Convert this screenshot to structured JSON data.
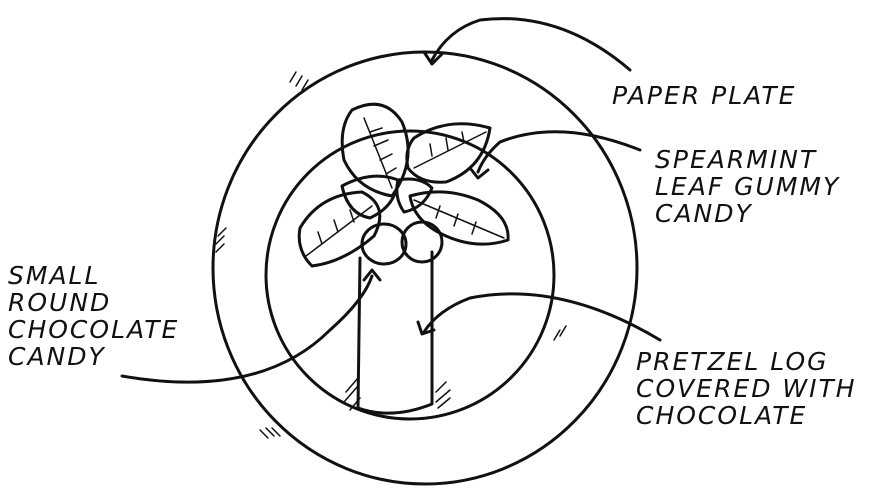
{
  "labels": {
    "paper_plate": [
      "PAPER PLATE"
    ],
    "spearmint": [
      "SPEARMINT",
      "LEAF GUMMY",
      "CANDY"
    ],
    "chocolate": [
      "SMALL",
      "ROUND",
      "CHOCOLATE",
      "CANDY"
    ],
    "pretzel": [
      "PRETZEL LOG",
      "COVERED WITH",
      "CHOCOLATE"
    ]
  },
  "colors": {
    "ink": "#111111",
    "background": "#ffffff"
  }
}
